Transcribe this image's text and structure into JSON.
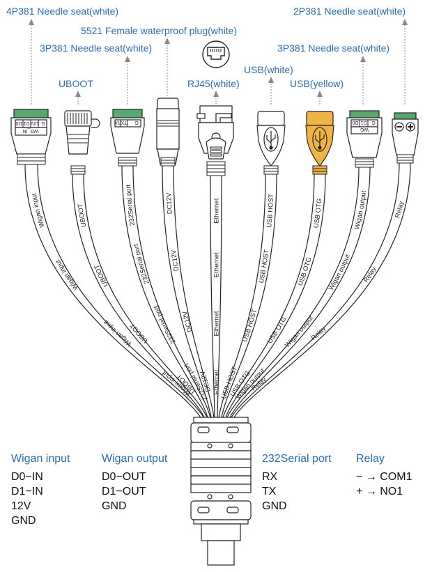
{
  "connectors": [
    {
      "id": "wiegand-in",
      "label": "4P381 Needle seat(white)",
      "cable_label": "Wigan input",
      "pins": [
        "G",
        "12V",
        "D1",
        "D0"
      ],
      "tag": "WG_IN"
    },
    {
      "id": "uboot",
      "label": "UBOOT",
      "cable_label": "UBOOT"
    },
    {
      "id": "serial",
      "label": "3P381 Needle seat(white)",
      "cable_label": "232Serial port",
      "pins": [
        "G",
        "TX",
        "RX"
      ]
    },
    {
      "id": "dc12v",
      "label": "5521 Female waterproof plug(white)",
      "cable_label": "DC12V"
    },
    {
      "id": "rj45",
      "label": "RJ45(white)",
      "cable_label": "Ethernet"
    },
    {
      "id": "usb-host",
      "label": "USB(white)",
      "cable_label": "USB HOST"
    },
    {
      "id": "usb-otg",
      "label": "USB(yellow)",
      "cable_label": "USB OTG"
    },
    {
      "id": "wiegand-out",
      "label": "3P381 Needle seat(white)",
      "cable_label": "Wigan output",
      "pins": [
        "G",
        "D1",
        "D0"
      ],
      "tag": "WG"
    },
    {
      "id": "relay",
      "label": "2P381 Needle seat(white)",
      "cable_label": "Relay",
      "pins": [
        "−",
        "+"
      ]
    }
  ],
  "legend": [
    {
      "title": "Wigan input",
      "rows": [
        "D0−IN",
        "D1−IN",
        "12V",
        "GND"
      ]
    },
    {
      "title": "Wigan output",
      "rows": [
        "D0−OUT",
        "D1−OUT",
        "GND"
      ]
    },
    {
      "title": "232Serial port",
      "rows": [
        "RX",
        "TX",
        "GND"
      ]
    },
    {
      "title": "Relay",
      "rows": [
        "− → COM1",
        "+ → NO1"
      ]
    }
  ],
  "colors": {
    "label_blue": "#2b6cb3",
    "terminal_green": "#5aa86e",
    "usb_yellow": "#f0b444",
    "line": "#222222"
  }
}
